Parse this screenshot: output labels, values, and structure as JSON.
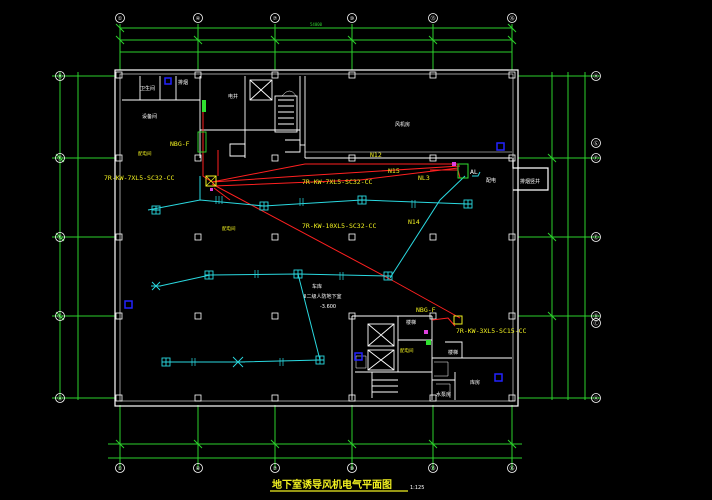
{
  "title": "地下室诱导风机电气平面图",
  "scale": "1:125",
  "grid_h": [
    "①",
    "④",
    "⑦",
    "⑩",
    "⑬",
    "⑯"
  ],
  "grid_v": [
    "Ⓗ",
    "Ⓖ",
    "Ⓕ",
    "Ⓔ",
    "Ⓓ",
    "Ⓒ",
    "Ⓑ",
    "Ⓐ"
  ],
  "labels": {
    "n12": "N12",
    "n15": "N15",
    "nl3": "NL3",
    "n14": "N14",
    "al": "AL",
    "room_pd": "配电",
    "room_pf": "排烟竖井",
    "nbg1": "NBG-F",
    "nbg2": "NBG-F",
    "c1": "7R-KW-7XL5-SC32-CC",
    "c2": "7R-KW-7XL5-SC32-CC",
    "c3": "7R-KW-10XL5-SC32-CC",
    "c4": "7R-KW-3XL5-SC15-CC",
    "garage1": "车库",
    "garage2": "Ⅱ二级人防地下室",
    "elev1": "-3.600",
    "room_sb": "设备间",
    "room_pd2": "配电间",
    "room_qs": "楼梯",
    "room_ld": "楼梯",
    "room_ws": "卫生间",
    "room_bd": "水泵房",
    "room_fj": "风机房",
    "room_kw": "库房",
    "room_dj": "电井",
    "room_pt": "排烟",
    "dim_total": "54000"
  },
  "colors": {
    "wall": "#ffffff",
    "dim": "#2bd12b",
    "cyan": "#2ad9e0",
    "red": "#ff2020",
    "yellow": "#f0f020",
    "green": "#30e030",
    "blue": "#2222ff",
    "magenta": "#e040e0"
  }
}
